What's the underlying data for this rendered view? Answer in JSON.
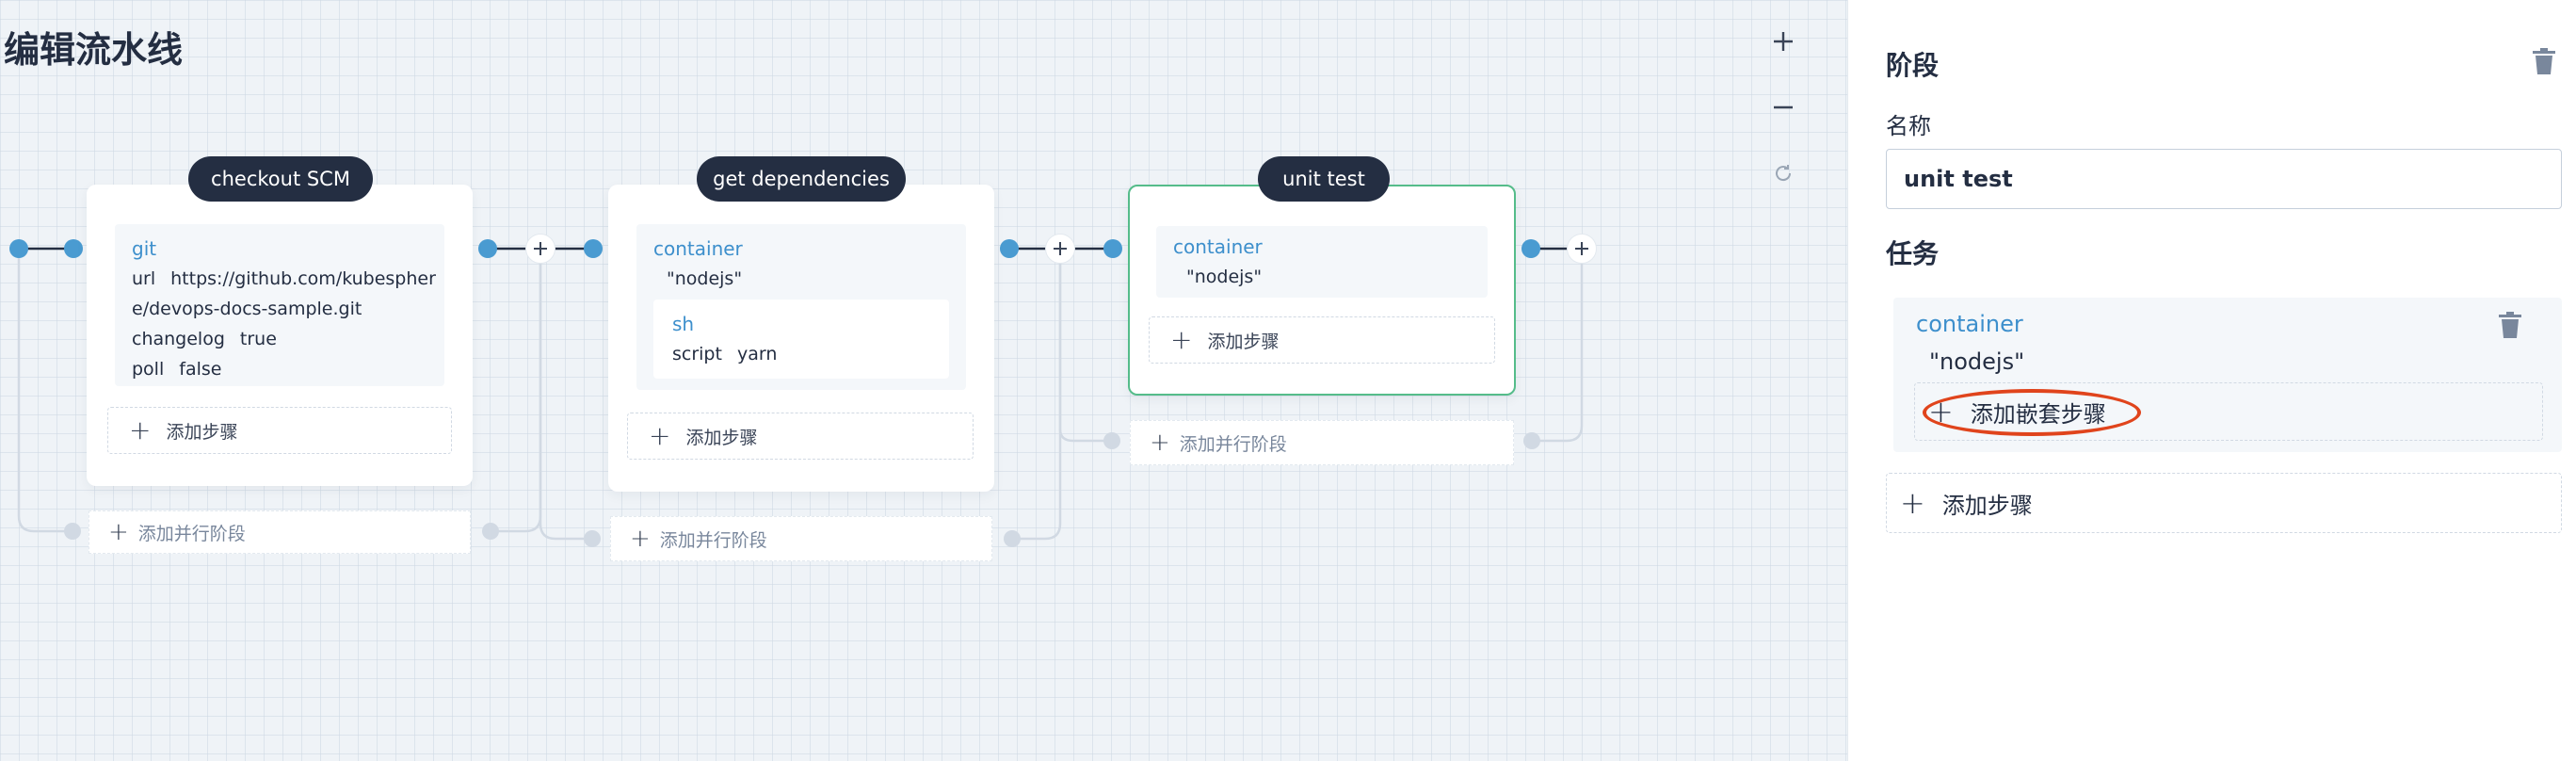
{
  "page": {
    "title": "编辑流水线"
  },
  "toolbar": {
    "zoom_in_icon": "plus-icon",
    "zoom_out_icon": "minus-icon",
    "reset_icon": "refresh-icon"
  },
  "stages": [
    {
      "name": "checkout SCM",
      "steps": [
        {
          "type": "git",
          "params": [
            {
              "key": "url",
              "value": "https://github.com/kubespher"
            },
            {
              "key": "",
              "value": "e/devops-docs-sample.git"
            },
            {
              "key": "changelog",
              "value": "true"
            },
            {
              "key": "poll",
              "value": "false"
            }
          ]
        }
      ],
      "add_step_label": "添加步骤",
      "add_parallel_label": "添加并行阶段"
    },
    {
      "name": "get dependencies",
      "steps": [
        {
          "type": "container",
          "value": "\"nodejs\"",
          "nested": {
            "type": "sh",
            "key": "script",
            "value": "yarn"
          }
        }
      ],
      "add_step_label": "添加步骤",
      "add_parallel_label": "添加并行阶段"
    },
    {
      "name": "unit test",
      "steps": [
        {
          "type": "container",
          "value": "\"nodejs\""
        }
      ],
      "add_step_label": "添加步骤",
      "add_parallel_label": "添加并行阶段"
    }
  ],
  "panel": {
    "stage_heading": "阶段",
    "name_label": "名称",
    "name_value": "unit test",
    "tasks_heading": "任务",
    "task": {
      "type": "container",
      "value": "\"nodejs\"",
      "add_nested_label": "添加嵌套步骤"
    },
    "add_step_label": "添加步骤"
  },
  "colors": {
    "accent_blue": "#4a9bd1",
    "active_green": "#55bc8a",
    "dark_pill": "#242e42",
    "highlight_red": "#e0441c"
  }
}
